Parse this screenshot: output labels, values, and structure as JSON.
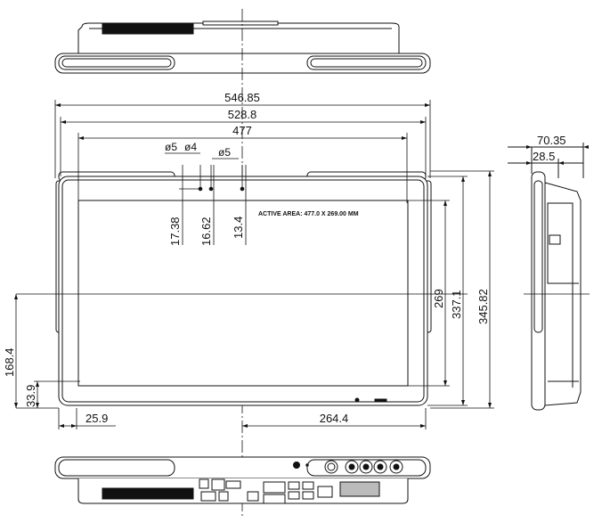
{
  "dimensions": {
    "overall_width": "546.85",
    "bezel_width": "528.8",
    "active_width": "477",
    "phi5_left": "ø5",
    "phi4": "ø4",
    "phi5_right": "ø5",
    "d17_38": "17.38",
    "d16_62": "16.62",
    "d13_4": "13.4",
    "d269": "269",
    "d337_1": "337.1",
    "d345_82": "345.82",
    "d168_4": "168.4",
    "d33_9": "33.9",
    "d25_9": "25.9",
    "d264_4": "264.4",
    "side_depth": "70.35",
    "side_bezel": "28.5"
  },
  "annotation": {
    "active_area": "ACTIVE AREA: 477.0 X 269.00 MM"
  }
}
